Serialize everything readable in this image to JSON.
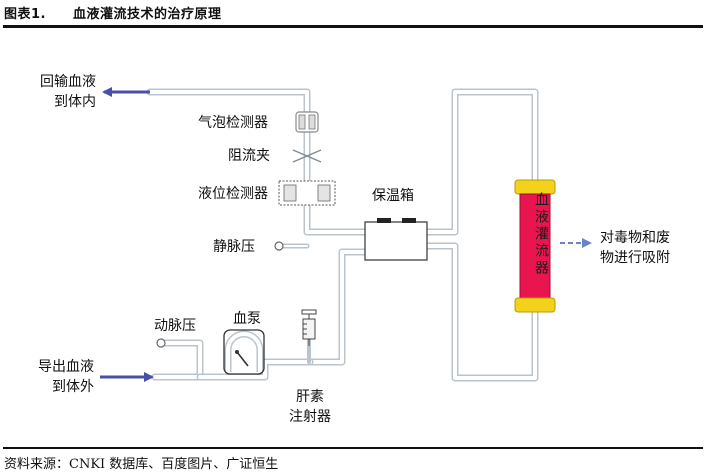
{
  "figure": {
    "number": "图表1.",
    "title": "血液灌流技术的治疗原理"
  },
  "labels": {
    "return_line1": "回输血液",
    "return_line2": "到体内",
    "bubble_detector": "气泡检测器",
    "clamp": "阻流夹",
    "level_detector": "液位检测器",
    "venous_pressure": "静脉压",
    "warmer": "保温箱",
    "perfusion_device": "血液灌流器",
    "adsorb_line1": "对毒物和废",
    "adsorb_line2": "物进行吸附",
    "arterial_pressure": "动脉压",
    "blood_pump": "血泵",
    "out_line1": "导出血液",
    "out_line2": "到体外",
    "heparin_line1": "肝素",
    "heparin_line2": "注射器"
  },
  "source": "资料来源：CNKI 数据库、百度图片、广证恒生",
  "colors": {
    "arrow": "#4a4fa8",
    "dashed_arrow": "#6a84c8",
    "tube": "#b9c4cc",
    "perfusion_body": "#e8154e",
    "perfusion_cap": "#f2d21a"
  }
}
